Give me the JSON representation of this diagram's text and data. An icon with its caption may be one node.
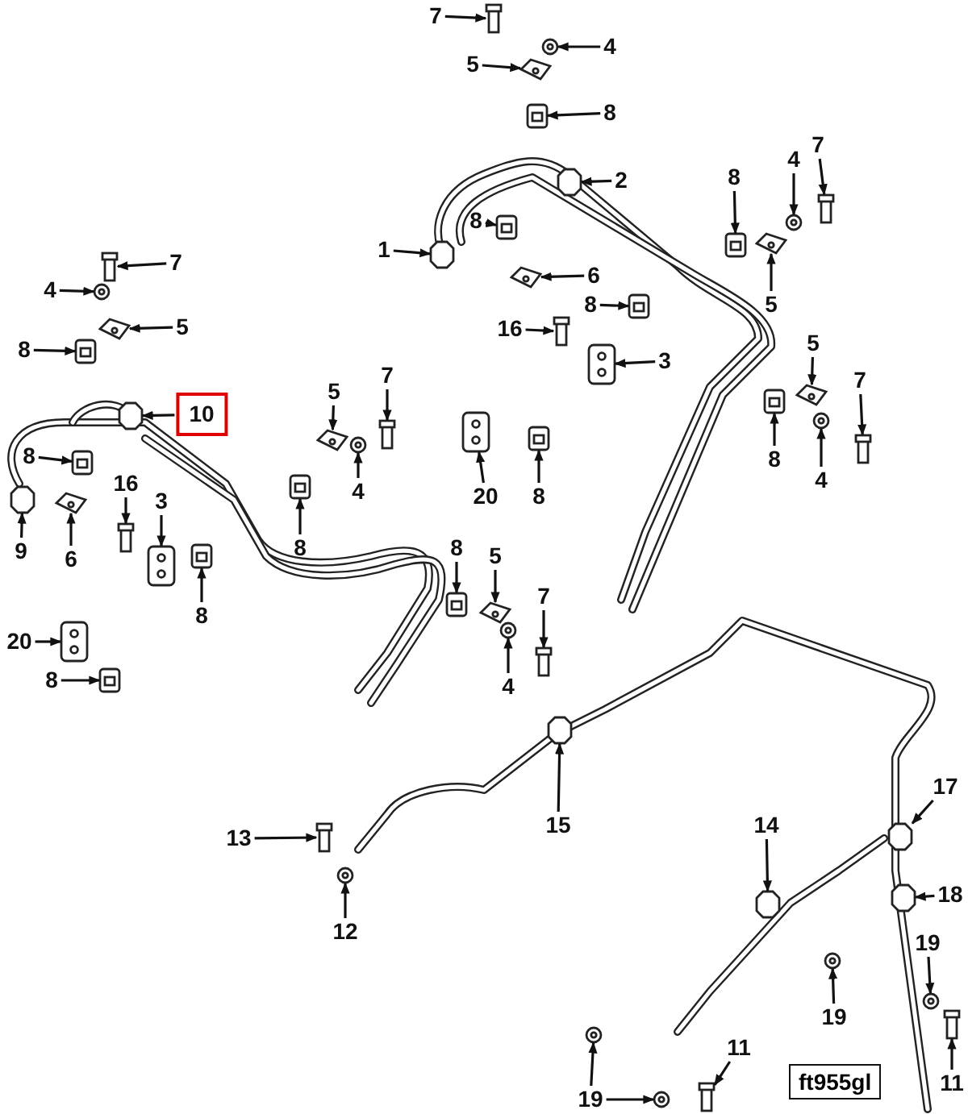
{
  "diagram": {
    "nodes": [
      {
        "text": [
          "7"
        ]
      },
      {
        "text": [
          "4"
        ]
      },
      {
        "text": [
          "5"
        ]
      },
      {
        "text": [
          "8"
        ]
      },
      {
        "text": [
          "2"
        ]
      },
      {
        "text": [
          "8"
        ]
      },
      {
        "text": [
          "4"
        ]
      },
      {
        "text": [
          "7"
        ]
      },
      {
        "text": [
          "7"
        ]
      },
      {
        "text": [
          "1"
        ]
      },
      {
        "text": [
          "8"
        ]
      },
      {
        "text": [
          "4"
        ]
      },
      {
        "text": [
          "6"
        ]
      },
      {
        "text": [
          "5"
        ]
      },
      {
        "text": [
          "16"
        ]
      },
      {
        "text": [
          "8"
        ]
      },
      {
        "text": [
          "5"
        ]
      },
      {
        "text": [
          "8"
        ]
      },
      {
        "text": [
          "3"
        ]
      },
      {
        "text": [
          "10"
        ]
      },
      {
        "text": [
          "5"
        ]
      },
      {
        "text": [
          "7"
        ]
      },
      {
        "text": [
          "5"
        ]
      },
      {
        "text": [
          "7"
        ]
      },
      {
        "text": [
          "8"
        ]
      },
      {
        "text": [
          "9"
        ]
      },
      {
        "text": [
          "6"
        ]
      },
      {
        "text": [
          "16"
        ]
      },
      {
        "text": [
          "3"
        ]
      },
      {
        "text": [
          "4"
        ]
      },
      {
        "text": [
          "20"
        ]
      },
      {
        "text": [
          "8"
        ]
      },
      {
        "text": [
          "8"
        ]
      },
      {
        "text": [
          "4"
        ]
      },
      {
        "text": [
          "8"
        ]
      },
      {
        "text": [
          "8"
        ]
      },
      {
        "text": [
          "8"
        ]
      },
      {
        "text": [
          "5"
        ]
      },
      {
        "text": [
          "20"
        ]
      },
      {
        "text": [
          "7"
        ]
      },
      {
        "text": [
          "8"
        ]
      },
      {
        "text": [
          "4"
        ]
      },
      {
        "text": [
          "15"
        ]
      },
      {
        "text": [
          "13"
        ]
      },
      {
        "text": [
          "14"
        ]
      },
      {
        "text": [
          "17"
        ]
      },
      {
        "text": [
          "12"
        ]
      },
      {
        "text": [
          "18"
        ]
      },
      {
        "text": [
          "19"
        ]
      },
      {
        "text": [
          "19"
        ]
      },
      {
        "text": [
          "11"
        ]
      },
      {
        "text": [
          "11"
        ]
      },
      {
        "text": [
          "19"
        ]
      },
      {
        "text": [],
        "shape": "bolt"
      },
      {
        "text": [],
        "shape": "washer"
      },
      {
        "text": [],
        "shape": "plate"
      },
      {
        "text": [],
        "shape": "clip"
      },
      {
        "text": [],
        "shape": "fitting"
      },
      {
        "text": [],
        "shape": "clip"
      },
      {
        "text": [],
        "shape": "washer"
      },
      {
        "text": [],
        "shape": "bolt"
      },
      {
        "text": [],
        "shape": "bolt"
      },
      {
        "text": [],
        "shape": "fitting"
      },
      {
        "text": [],
        "shape": "clip"
      },
      {
        "text": [],
        "shape": "washer"
      },
      {
        "text": [],
        "shape": "plate"
      },
      {
        "text": [],
        "shape": "plate"
      },
      {
        "text": [],
        "shape": "bolt"
      },
      {
        "text": [],
        "shape": "clip"
      },
      {
        "text": [],
        "shape": "plate"
      },
      {
        "text": [],
        "shape": "clip"
      },
      {
        "text": [],
        "shape": "bracket"
      },
      {
        "text": [],
        "shape": "fitting"
      },
      {
        "text": [],
        "shape": "plate"
      },
      {
        "text": [],
        "shape": "bolt"
      },
      {
        "text": [],
        "shape": "plate"
      },
      {
        "text": [],
        "shape": "bolt"
      },
      {
        "text": [],
        "shape": "clip"
      },
      {
        "text": [],
        "shape": "fitting"
      },
      {
        "text": [],
        "shape": "plate"
      },
      {
        "text": [],
        "shape": "bolt"
      },
      {
        "text": [],
        "shape": "bracket"
      },
      {
        "text": [],
        "shape": "washer"
      },
      {
        "text": [],
        "shape": "bracket"
      },
      {
        "text": [],
        "shape": "clip"
      },
      {
        "text": [],
        "shape": "clip"
      },
      {
        "text": [],
        "shape": "washer"
      },
      {
        "text": [],
        "shape": "clip"
      },
      {
        "text": [],
        "shape": "clip"
      },
      {
        "text": [],
        "shape": "clip"
      },
      {
        "text": [],
        "shape": "plate"
      },
      {
        "text": [],
        "shape": "bracket"
      },
      {
        "text": [],
        "shape": "bolt"
      },
      {
        "text": [],
        "shape": "clip"
      },
      {
        "text": [],
        "shape": "washer"
      },
      {
        "text": [],
        "shape": "fitting"
      },
      {
        "text": [],
        "shape": "bolt"
      },
      {
        "text": [],
        "shape": "fitting"
      },
      {
        "text": [],
        "shape": "fitting"
      },
      {
        "text": [],
        "shape": "washer"
      },
      {
        "text": [],
        "shape": "fitting"
      },
      {
        "text": [],
        "shape": "washer"
      },
      {
        "text": [],
        "shape": "washer"
      },
      {
        "text": [],
        "shape": "bolt"
      },
      {
        "text": [],
        "shape": "bolt"
      },
      {
        "text": [],
        "shape": "washer"
      },
      {
        "text": [],
        "shape": "washer"
      }
    ],
    "edges": [
      {
        "from": 0,
        "to": 53,
        "arrow": "to"
      },
      {
        "from": 1,
        "to": 54,
        "arrow": "to"
      },
      {
        "from": 2,
        "to": 55,
        "arrow": "to"
      },
      {
        "from": 3,
        "to": 56,
        "arrow": "to"
      },
      {
        "from": 4,
        "to": 57,
        "arrow": "to"
      },
      {
        "from": 5,
        "to": 58,
        "arrow": "to"
      },
      {
        "from": 6,
        "to": 59,
        "arrow": "to"
      },
      {
        "from": 7,
        "to": 60,
        "arrow": "to"
      },
      {
        "from": 8,
        "to": 61,
        "arrow": "to"
      },
      {
        "from": 9,
        "to": 62,
        "arrow": "to"
      },
      {
        "from": 10,
        "to": 63,
        "arrow": "to"
      },
      {
        "from": 11,
        "to": 64,
        "arrow": "to"
      },
      {
        "from": 12,
        "to": 65,
        "arrow": "to"
      },
      {
        "from": 13,
        "to": 66,
        "arrow": "to"
      },
      {
        "from": 14,
        "to": 67,
        "arrow": "to"
      },
      {
        "from": 15,
        "to": 68,
        "arrow": "to"
      },
      {
        "from": 16,
        "to": 69,
        "arrow": "to"
      },
      {
        "from": 17,
        "to": 70,
        "arrow": "to"
      },
      {
        "from": 18,
        "to": 71,
        "arrow": "to"
      },
      {
        "from": 19,
        "to": 72,
        "arrow": "to"
      },
      {
        "from": 20,
        "to": 73,
        "arrow": "to"
      },
      {
        "from": 21,
        "to": 74,
        "arrow": "to"
      },
      {
        "from": 22,
        "to": 75,
        "arrow": "to"
      },
      {
        "from": 23,
        "to": 76,
        "arrow": "to"
      },
      {
        "from": 24,
        "to": 77,
        "arrow": "to"
      },
      {
        "from": 25,
        "to": 78,
        "arrow": "to"
      },
      {
        "from": 26,
        "to": 79,
        "arrow": "to"
      },
      {
        "from": 27,
        "to": 80,
        "arrow": "to"
      },
      {
        "from": 28,
        "to": 81,
        "arrow": "to"
      },
      {
        "from": 29,
        "to": 82,
        "arrow": "to"
      },
      {
        "from": 30,
        "to": 83,
        "arrow": "to"
      },
      {
        "from": 31,
        "to": 84,
        "arrow": "to"
      },
      {
        "from": 32,
        "to": 85,
        "arrow": "to"
      },
      {
        "from": 33,
        "to": 86,
        "arrow": "to"
      },
      {
        "from": 34,
        "to": 87,
        "arrow": "to"
      },
      {
        "from": 35,
        "to": 88,
        "arrow": "to"
      },
      {
        "from": 36,
        "to": 89,
        "arrow": "to"
      },
      {
        "from": 37,
        "to": 90,
        "arrow": "to"
      },
      {
        "from": 38,
        "to": 91,
        "arrow": "to"
      },
      {
        "from": 39,
        "to": 92,
        "arrow": "to"
      },
      {
        "from": 40,
        "to": 93,
        "arrow": "to"
      },
      {
        "from": 41,
        "to": 94,
        "arrow": "to"
      },
      {
        "from": 42,
        "to": 95,
        "arrow": "to"
      },
      {
        "from": 43,
        "to": 96,
        "arrow": "to"
      },
      {
        "from": 44,
        "to": 97,
        "arrow": "to"
      },
      {
        "from": 45,
        "to": 98,
        "arrow": "to"
      },
      {
        "from": 46,
        "to": 99,
        "arrow": "to"
      },
      {
        "from": 47,
        "to": 100,
        "arrow": "to"
      },
      {
        "from": 48,
        "to": 101,
        "arrow": "to"
      },
      {
        "from": 49,
        "to": 102,
        "arrow": "to"
      },
      {
        "from": 50,
        "to": 103,
        "arrow": "to"
      },
      {
        "from": 51,
        "to": 104,
        "arrow": "to"
      },
      {
        "from": 52,
        "to": 105,
        "arrow": "to"
      },
      {
        "from": 52,
        "to": 106,
        "arrow": "to"
      }
    ],
    "labels": [
      "ft955gl"
    ]
  }
}
